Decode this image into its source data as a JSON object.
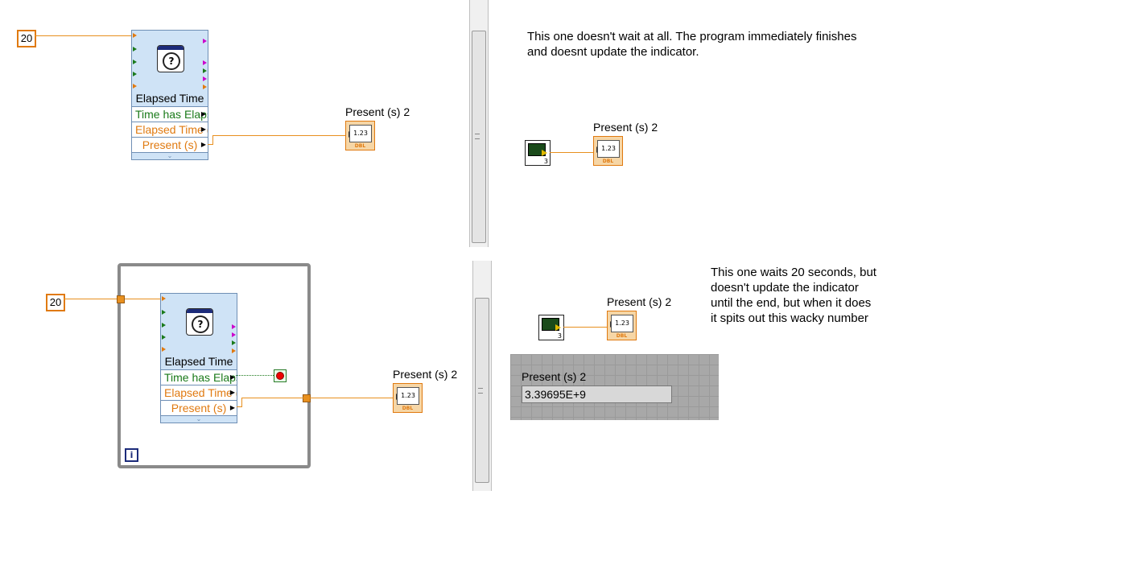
{
  "block1": {
    "const_value": "20",
    "node_title": "Elapsed Time",
    "rows": [
      "Time has Elaps",
      "Elapsed Time (",
      "Present (s)"
    ],
    "indicator_label": "Present (s) 2",
    "indicator_text": "1.23",
    "indicator_type": "DBL"
  },
  "block2": {
    "note": "This one doesn't wait at all.  The program immediately finishes and doesnt update the indicator.",
    "indicator_label": "Present (s) 2",
    "indicator_text": "1.23",
    "indicator_type": "DBL",
    "vi_num": "3"
  },
  "block3": {
    "const_value": "20",
    "node_title": "Elapsed Time",
    "rows": [
      "Time has Elaps",
      "Elapsed Time (",
      "Present (s)"
    ],
    "indicator_label": "Present (s) 2",
    "indicator_text": "1.23",
    "indicator_type": "DBL",
    "iteration_label": "i"
  },
  "block4": {
    "note_lines": [
      "This one waits 20 seconds, but",
      "doesn't update the indicator",
      "until the end, but when it does",
      "it spits out this wacky number"
    ],
    "indicator_label": "Present (s) 2",
    "indicator_text": "1.23",
    "indicator_type": "DBL",
    "vi_num": "3",
    "panel_label": "Present (s) 2",
    "panel_value": "3.39695E+9"
  },
  "colors": {
    "wire": "#e8901f",
    "node_bg": "#cfe3f6",
    "loop_border": "#8a8a8a"
  }
}
